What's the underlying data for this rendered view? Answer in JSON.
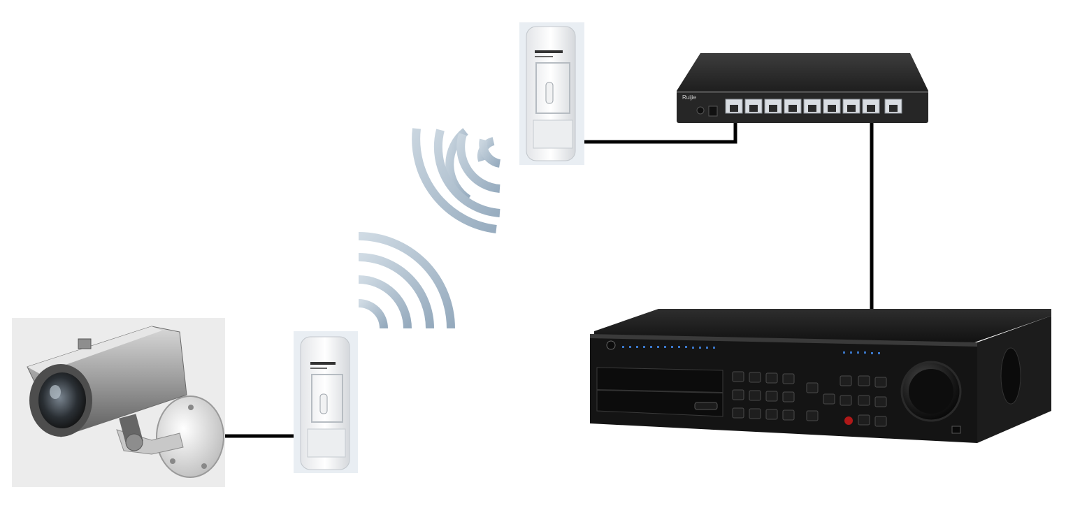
{
  "diagram": {
    "devices": [
      {
        "id": "camera",
        "icon": "security-camera-icon"
      },
      {
        "id": "cpe_near_camera",
        "icon": "outdoor-cpe-bridge-icon"
      },
      {
        "id": "cpe_near_switch",
        "icon": "outdoor-cpe-bridge-icon"
      },
      {
        "id": "switch",
        "icon": "poe-switch-icon",
        "brand_label": "Ruijie"
      },
      {
        "id": "nvr",
        "icon": "network-video-recorder-icon"
      }
    ],
    "links": [
      {
        "from": "camera",
        "to": "cpe_near_camera",
        "type": "wired"
      },
      {
        "from": "cpe_near_camera",
        "to": "cpe_near_switch",
        "type": "wireless"
      },
      {
        "from": "cpe_near_switch",
        "to": "switch",
        "type": "wired"
      },
      {
        "from": "switch",
        "to": "nvr",
        "type": "wired"
      }
    ],
    "colors": {
      "cable": "#000000",
      "wave": "#a9bccd",
      "cpe_body": "#f4f5f6",
      "switch_body": "#2b2b2b",
      "nvr_body": "#161616"
    }
  }
}
